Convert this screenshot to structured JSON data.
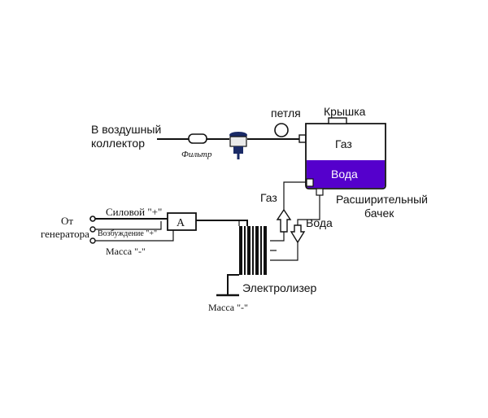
{
  "labels": {
    "air_collector_line1": "В воздушный",
    "air_collector_line2": "коллектор",
    "filter": "Фильтр",
    "loop": "петля",
    "lid": "Крышка",
    "gas_in_tank": "Газ",
    "water_in_tank": "Вода",
    "expansion_tank_line1": "Расширительный",
    "expansion_tank_line2": "бачек",
    "gas_arrow": "Газ",
    "water_arrow": "Вода",
    "electrolyzer": "Электролизер",
    "ground_bottom": "Масса \"-\"",
    "from_generator_line1": "От",
    "from_generator_line2": "генератора",
    "power_plus": "Силовой \"+\"",
    "excitation_plus": "Возбуждение \"+\"",
    "ground_minus": "Масса \"-\"",
    "ammeter": "A"
  },
  "colors": {
    "water": "#5500cc",
    "filter_head": "#1a2a66",
    "line": "#111111"
  }
}
